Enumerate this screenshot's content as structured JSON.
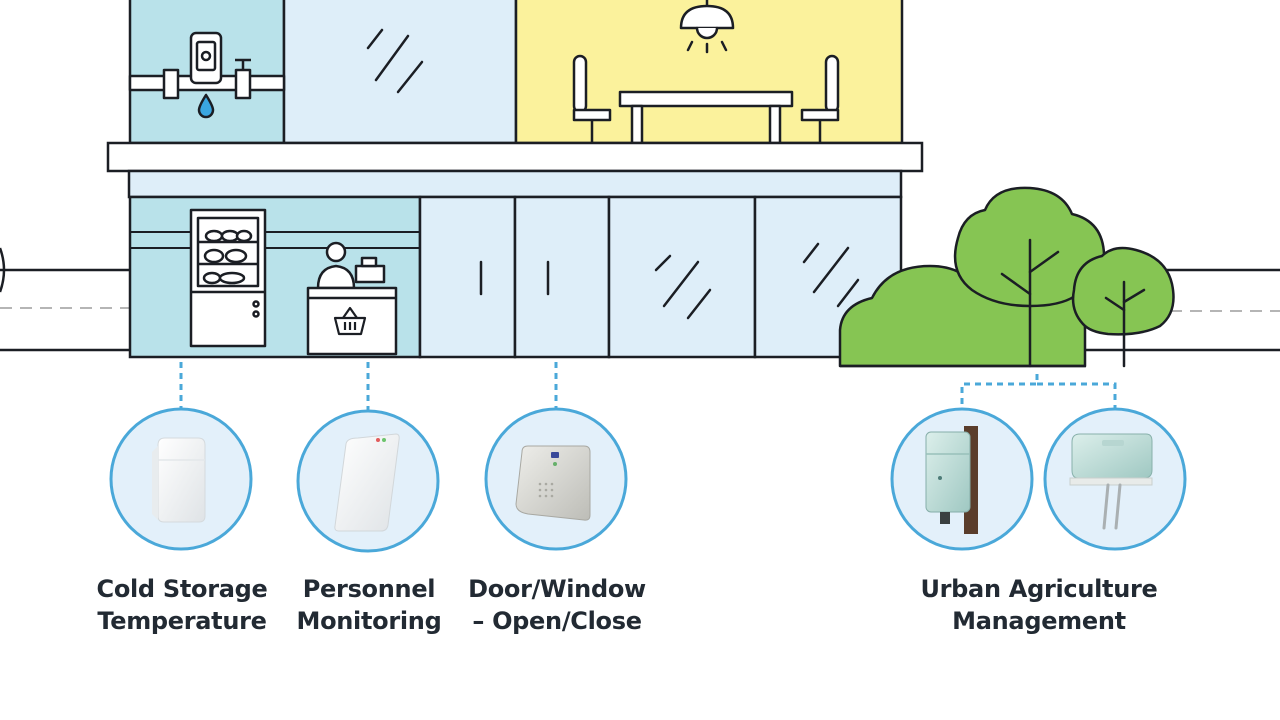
{
  "labels": [
    {
      "id": "cold-storage",
      "line1": "Cold Storage",
      "line2": "Temperature"
    },
    {
      "id": "personnel",
      "line1": "Personnel",
      "line2": "Monitoring"
    },
    {
      "id": "door-window",
      "line1": "Door/Window",
      "line2": "– Open/Close"
    },
    {
      "id": "urban-agriculture",
      "line1": "Urban Agriculture",
      "line2": "Management"
    }
  ],
  "colors": {
    "outline": "#1b1e24",
    "teal_panel": "#b9e2ea",
    "glass": "#deeef9",
    "dining_yellow": "#fbf29c",
    "tree_green": "#86c553",
    "connector_blue": "#4aa8d9",
    "sensor_circle_fill": "#e3f0fa",
    "road_dash": "#b5b5b5",
    "caption_text": "#222a33"
  },
  "icons": [
    "water-meter-icon",
    "ceiling-lamp-icon",
    "dining-table-icon",
    "display-fridge-icon",
    "cashier-icon",
    "shopping-basket-icon",
    "tree-icon",
    "bush-icon"
  ],
  "sensors": [
    "cold-storage-sensor",
    "personnel-sensor",
    "door-window-sensor",
    "soil-sensor-mounted",
    "soil-sensor-probe"
  ]
}
